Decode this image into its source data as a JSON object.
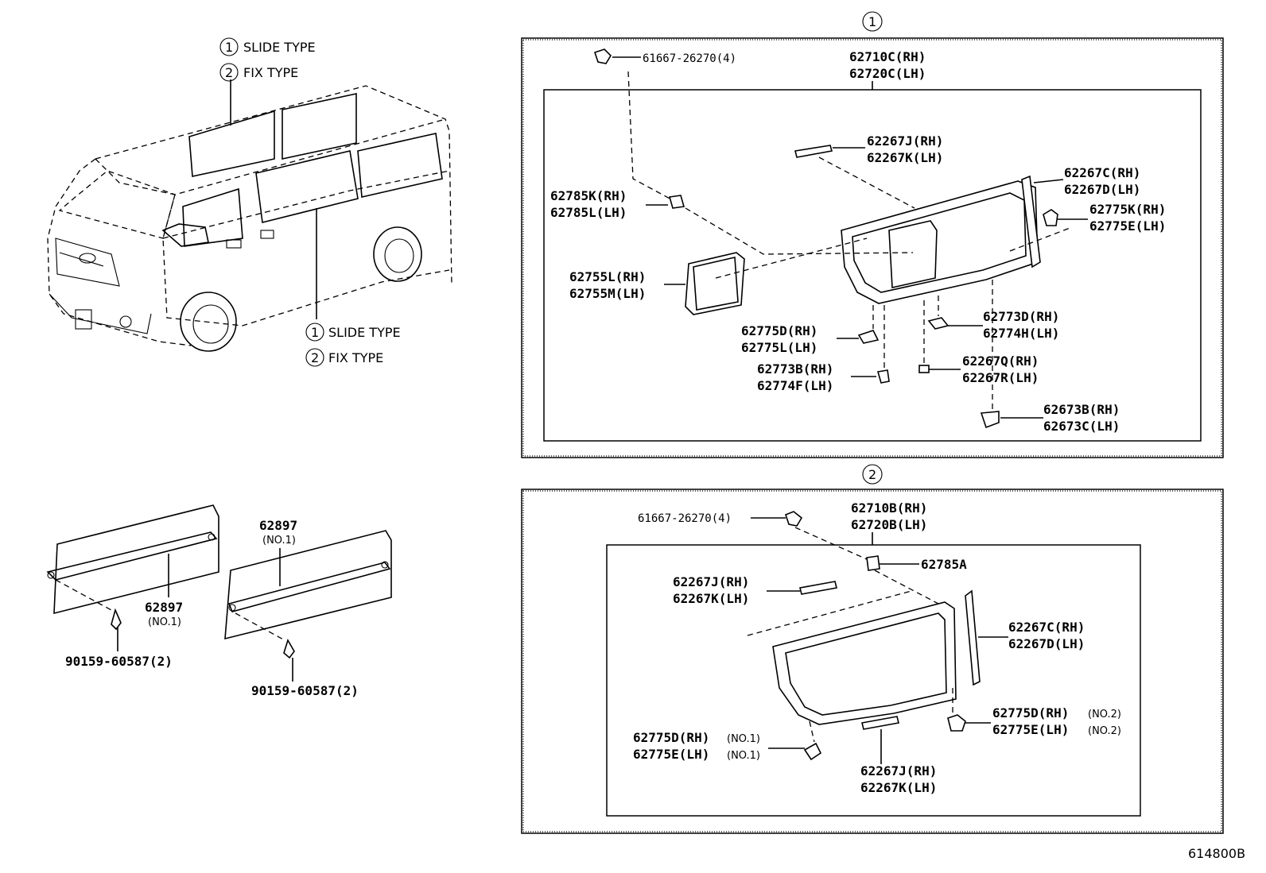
{
  "vehicle_callouts": {
    "top": {
      "item1": {
        "num": "1",
        "text": "SLIDE TYPE"
      },
      "item2": {
        "num": "2",
        "text": "FIX TYPE"
      }
    },
    "side": {
      "item1": {
        "num": "1",
        "text": "SLIDE TYPE"
      },
      "item2": {
        "num": "2",
        "text": "FIX TYPE"
      }
    }
  },
  "panel1": {
    "marker": "1",
    "clip": "61667-26270(4)",
    "glass": [
      "62710C(RH)",
      "62720C(LH)"
    ],
    "weatherstrip": [
      "62267J(RH)",
      "62267K(LH)"
    ],
    "moulding": [
      "62267C(RH)",
      "62267D(LH)"
    ],
    "stopper_right": [
      "62775K(RH)",
      "62775E(LH)"
    ],
    "retainer": [
      "62785K(RH)",
      "62785L(LH)"
    ],
    "slide_glass": [
      "62755L(RH)",
      "62755M(LH)"
    ],
    "stopper_lower": [
      "62775D(RH)",
      "62775L(LH)"
    ],
    "latch_upper": [
      "62773D(RH)",
      "62774H(LH)"
    ],
    "latch_lower": [
      "62773B(RH)",
      "62774F(LH)"
    ],
    "clip_lower": [
      "62267Q(RH)",
      "62267R(LH)"
    ],
    "cover": [
      "62673B(RH)",
      "62673C(LH)"
    ]
  },
  "panel2": {
    "marker": "2",
    "clip": "61667-26270(4)",
    "glass": [
      "62710B(RH)",
      "62720B(LH)"
    ],
    "retainer": "62785A",
    "weatherstrip_top": [
      "62267J(RH)",
      "62267K(LH)"
    ],
    "moulding": [
      "62267C(RH)",
      "62267D(LH)"
    ],
    "stopper_no2": [
      "62775D(RH)",
      "62775E(LH)"
    ],
    "stopper_no2_note": "(NO.2)",
    "stopper_no1": [
      "62775D(RH)",
      "62775E(LH)"
    ],
    "stopper_no1_note": "(NO.1)",
    "weatherstrip_bottom": [
      "62267J(RH)",
      "62267K(LH)"
    ]
  },
  "bars": {
    "left": {
      "part": "62897",
      "note": "(NO.1)",
      "bolt": "90159-60587(2)"
    },
    "right": {
      "part": "62897",
      "note": "(NO.1)",
      "bolt": "90159-60587(2)"
    }
  },
  "figure_id": "614800B"
}
